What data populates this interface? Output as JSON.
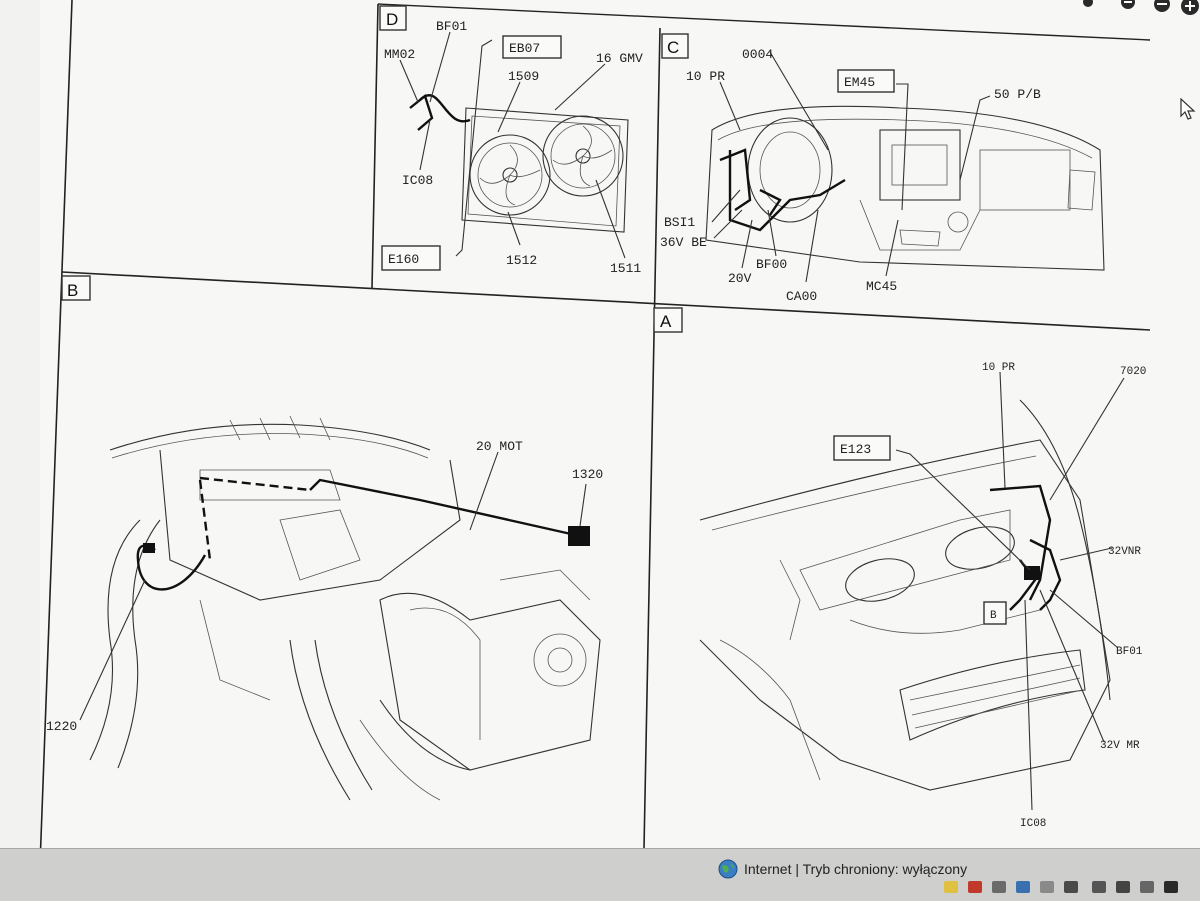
{
  "panels": {
    "D": {
      "letter": "D",
      "labels": {
        "bf01": "BF01",
        "mm02": "MM02",
        "eb07": "EB07",
        "gmv": "16 GMV",
        "p1509": "1509",
        "ic08": "IC08",
        "e160": "E160",
        "p1512": "1512",
        "p1511": "1511"
      }
    },
    "C": {
      "letter": "C",
      "labels": {
        "p0004": "0004",
        "pr10": "10 PR",
        "em45": "EM45",
        "pb50": "50 P/B",
        "bsi1": "BSI1",
        "be36v": "36V BE",
        "v20": "20V",
        "bf00": "BF00",
        "ca00": "CA00",
        "mc45": "MC45"
      }
    },
    "B": {
      "letter": "B",
      "labels": {
        "mot20": "20 MOT",
        "p1320": "1320",
        "p1220": "1220"
      }
    },
    "A": {
      "letter": "A",
      "labels": {
        "pr10": "10 PR",
        "p7020": "7020",
        "e123": "E123",
        "vnr32": "32VNR",
        "bf01": "BF01",
        "vmr32": "32V MR",
        "ic08": "IC08",
        "b": "B"
      }
    }
  },
  "status_bar": {
    "text": "Internet | Tryb chroniony: wyłączony",
    "icon": "globe-icon"
  },
  "colors": {
    "page": "#f2f2f0",
    "ink": "#222222",
    "statusbar": "#cfcfcd"
  }
}
